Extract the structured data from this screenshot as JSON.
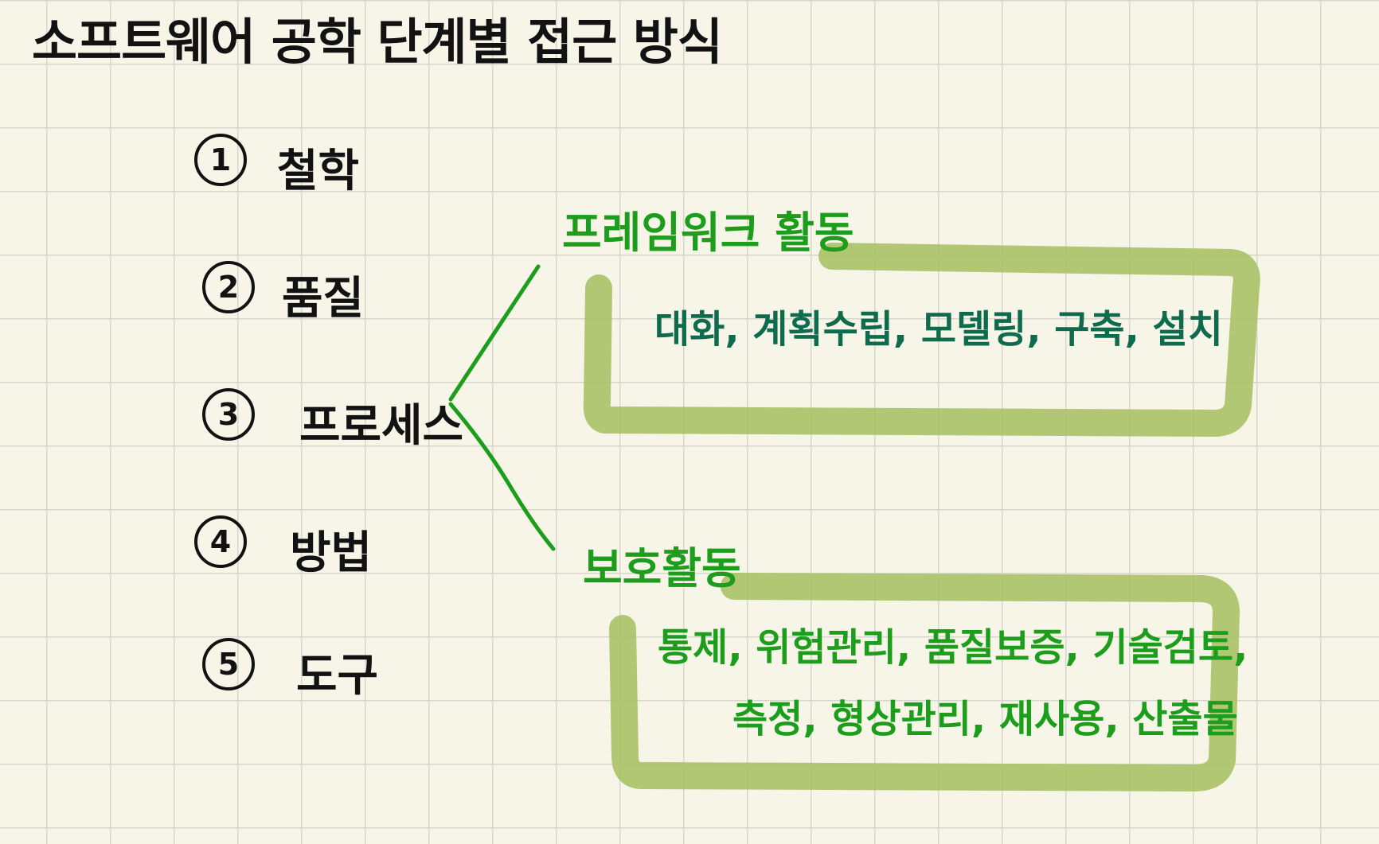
{
  "title": "소프트웨어 공학   단계별 접근 방식",
  "items": [
    {
      "num": "1",
      "label": "철학"
    },
    {
      "num": "2",
      "label": "품질"
    },
    {
      "num": "3",
      "label": "프로세스"
    },
    {
      "num": "4",
      "label": "방법"
    },
    {
      "num": "5",
      "label": "도구"
    }
  ],
  "framework": {
    "title": "프레임워크 활동",
    "content": "대화, 계획수립, 모델링, 구축, 설치"
  },
  "umbrella": {
    "title": "보호활동",
    "line1": "통제, 위험관리, 품질보증, 기술검토,",
    "line2": "측정, 형상관리, 재사용, 산출물"
  },
  "colors": {
    "ink": "#121212",
    "green_ink": "#1c9e1c",
    "teal_ink": "#0e6b4e",
    "highlighter": "#a9c266",
    "paper": "#f7f5e8",
    "grid": "#d6d6cc"
  }
}
